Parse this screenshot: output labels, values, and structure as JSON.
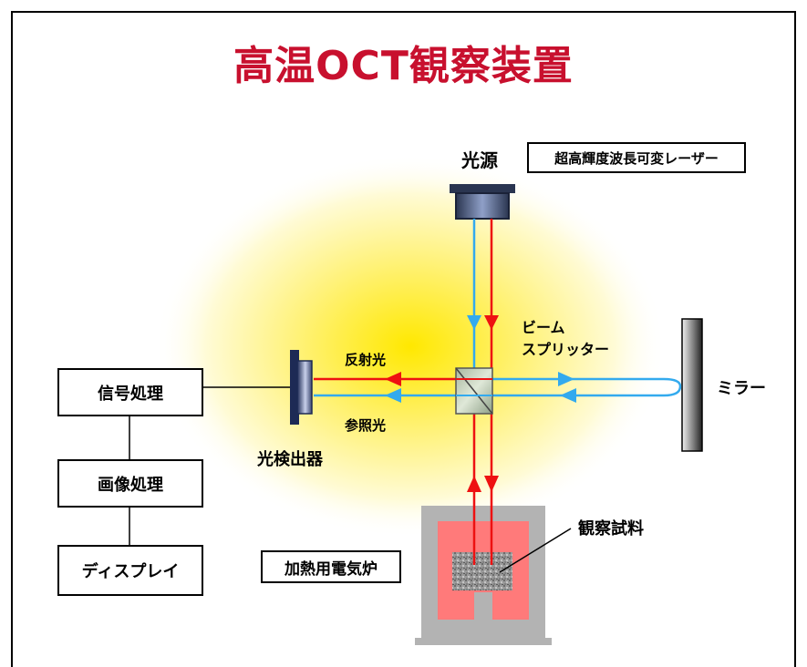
{
  "title": "高温OCT観察装置",
  "labels": {
    "light_source": "光源",
    "laser": "超高輝度波長可変レーザー",
    "beam_splitter_line1": "ビーム",
    "beam_splitter_line2": "スプリッター",
    "mirror": "ミラー",
    "reflected_light": "反射光",
    "reference_light": "参照光",
    "detector": "光検出器",
    "signal_processing": "信号処理",
    "image_processing": "画像処理",
    "display": "ディスプレイ",
    "furnace": "加熱用電気炉",
    "sample": "観察試料"
  },
  "colors": {
    "title": "#c8102e",
    "red_beam": "#ee1111",
    "blue_beam": "#33aaee",
    "glow_center": "#ffe800",
    "furnace_frame": "#b3b3b3",
    "furnace_heat": "#ff7a7a"
  }
}
